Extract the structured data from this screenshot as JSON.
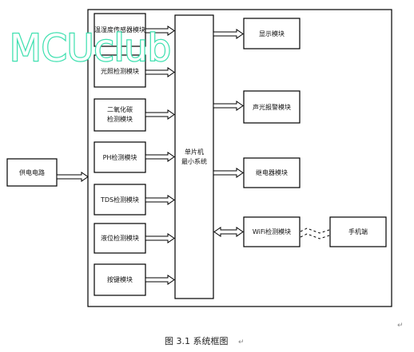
{
  "diagram": {
    "power_block": "供电电路",
    "sensor_blocks": [
      "温湿度传感器模块",
      "光照检测模块",
      "二氧化碳检测模块",
      "PH检测模块",
      "TDS检测模块",
      "液位检测模块",
      "按键模块"
    ],
    "mcu_block": [
      "单片机",
      "最小系统"
    ],
    "output_blocks": [
      "显示模块",
      "声光报警模块",
      "继电器模块",
      "WiFi检测模块"
    ],
    "phone_block": "手机端"
  },
  "watermark": "MCUclub",
  "caption": "图 3.1 系统框图",
  "paragraph_marks": [
    "↵",
    "↵"
  ]
}
